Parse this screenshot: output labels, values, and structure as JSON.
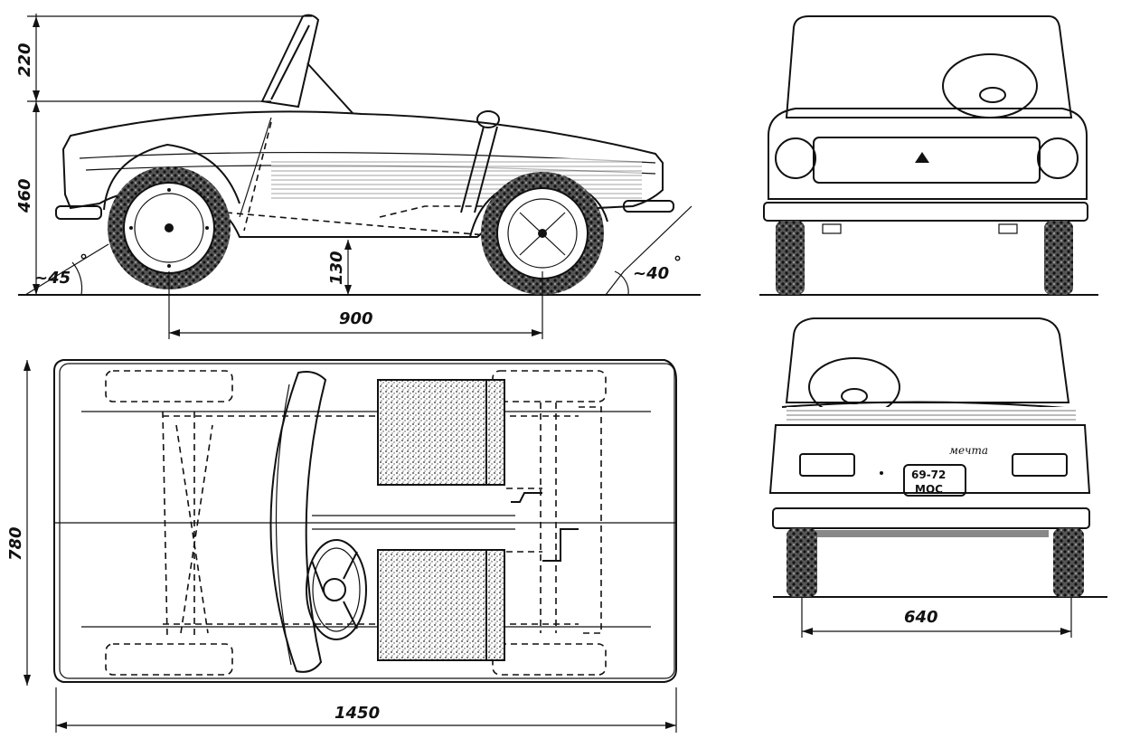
{
  "dimensions": {
    "height_windshield": "220",
    "height_body": "460",
    "ground_clearance": "130",
    "wheelbase": "900",
    "width": "780",
    "length": "1450",
    "track": "640",
    "approach_angle": "~45",
    "departure_angle": "~40"
  },
  "rear_badge": "мечта",
  "license_plate": {
    "line1": "69-72",
    "line2": "МОС"
  }
}
